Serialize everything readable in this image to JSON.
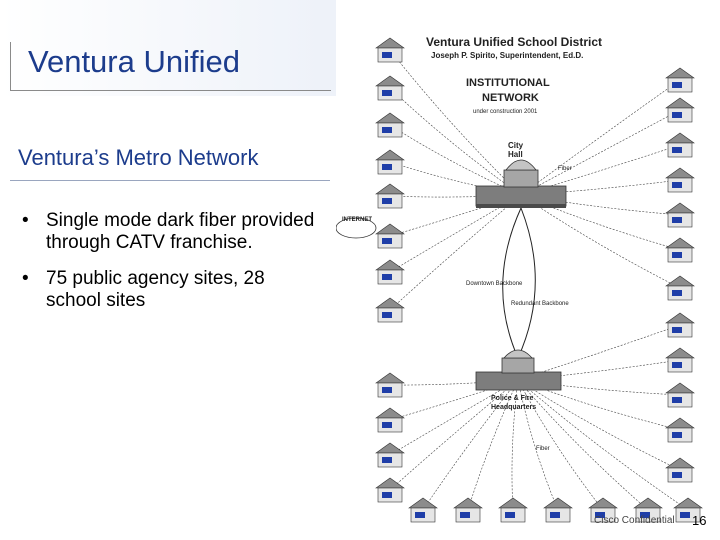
{
  "slide": {
    "title": "Ventura Unified",
    "subtitle": "Ventura’s Metro Network",
    "bullet_glyph": "•",
    "bullets": [
      "Single mode dark fiber provided through CATV franchise.",
      "75 public agency sites, 28 school sites"
    ],
    "footer": {
      "confidential": "Cisco Confidential",
      "page": "16"
    }
  },
  "diagram": {
    "title": "Ventura Unified School District",
    "superintendent": "Joseph P. Spirito, Superintendent, Ed.D.",
    "network_line1": "INSTITUTIONAL",
    "network_line2": "NETWORK",
    "network_line3": "under construction 2001",
    "city_hall_line1": "City",
    "city_hall_line2": "Hall",
    "police_fire_line1": "Police & Fire",
    "police_fire_line2": "Headquarters",
    "internet": "INTERNET",
    "downtown": "Downtown Backbone",
    "redundant": "Redundant Backbone",
    "fiber": "Fiber"
  }
}
